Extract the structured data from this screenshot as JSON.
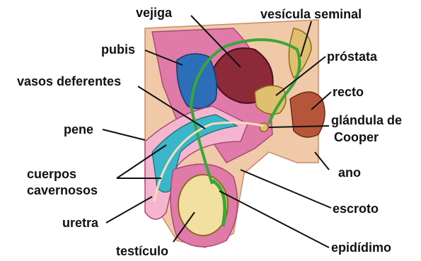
{
  "labels": {
    "vejiga": "vejiga",
    "vesicula_seminal": "vesícula seminal",
    "pubis": "pubis",
    "prostata": "próstata",
    "vasos_deferentes": "vasos deferentes",
    "recto": "recto",
    "pene": "pene",
    "glandula_cooper_line1": "glándula de",
    "glandula_cooper_line2": "Cooper",
    "cuerpos_cavernosos_line1": "cuerpos",
    "cuerpos_cavernosos_line2": "cavernosos",
    "ano": "ano",
    "escroto": "escroto",
    "uretra": "uretra",
    "testiculo": "testículo",
    "epididimo": "epidídimo"
  },
  "colors": {
    "tissue": "#e07aa8",
    "tissue_light": "#f4b6cf",
    "flesh": "#f0c9a8",
    "skin": "#f7dcc0",
    "bladder": "#8c2a3a",
    "pubis": "#2c6fb8",
    "cavernous": "#3ab6c8",
    "tube": "#3aa63a",
    "gland": "#e0c070",
    "rectum": "#b5553a",
    "testis": "#f2e0a0",
    "line": "#111111"
  }
}
